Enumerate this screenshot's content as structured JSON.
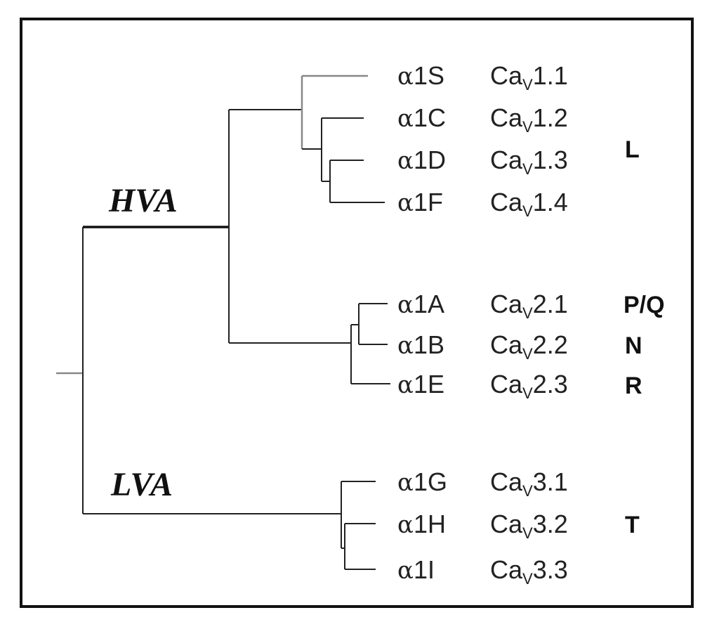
{
  "classes": {
    "hva": "HVA",
    "lva": "LVA"
  },
  "leaves": [
    {
      "alpha": "α",
      "alpha_name": "1S",
      "cav_prefix": "Ca",
      "cav_sub": "V",
      "cav_num": "1.1"
    },
    {
      "alpha": "α",
      "alpha_name": "1C",
      "cav_prefix": "Ca",
      "cav_sub": "V",
      "cav_num": "1.2"
    },
    {
      "alpha": "α",
      "alpha_name": "1D",
      "cav_prefix": "Ca",
      "cav_sub": "V",
      "cav_num": "1.3"
    },
    {
      "alpha": "α",
      "alpha_name": "1F",
      "cav_prefix": "Ca",
      "cav_sub": "V",
      "cav_num": "1.4"
    },
    {
      "alpha": "α",
      "alpha_name": "1A",
      "cav_prefix": "Ca",
      "cav_sub": "V",
      "cav_num": "2.1"
    },
    {
      "alpha": "α",
      "alpha_name": "1B",
      "cav_prefix": "Ca",
      "cav_sub": "V",
      "cav_num": "2.2"
    },
    {
      "alpha": "α",
      "alpha_name": "1E",
      "cav_prefix": "Ca",
      "cav_sub": "V",
      "cav_num": "2.3"
    },
    {
      "alpha": "α",
      "alpha_name": "1G",
      "cav_prefix": "Ca",
      "cav_sub": "V",
      "cav_num": "3.1"
    },
    {
      "alpha": "α",
      "alpha_name": "1H",
      "cav_prefix": "Ca",
      "cav_sub": "V",
      "cav_num": "3.2"
    },
    {
      "alpha": "α",
      "alpha_name": "1I",
      "cav_prefix": "Ca",
      "cav_sub": "V",
      "cav_num": "3.3"
    }
  ],
  "groups": {
    "l_type": "L",
    "pq_type": "P/Q",
    "n_type": "N",
    "r_type": "R",
    "t_type": "T"
  }
}
